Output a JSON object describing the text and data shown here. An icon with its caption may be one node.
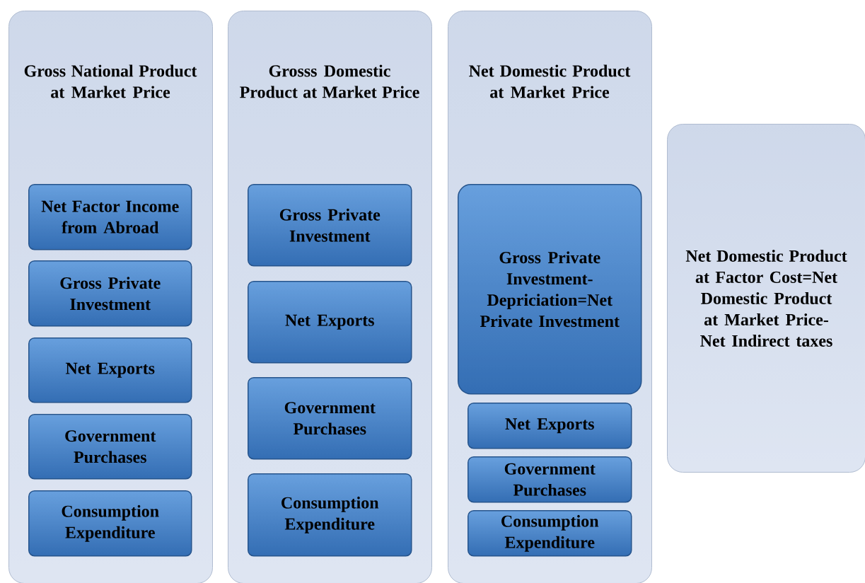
{
  "diagram": {
    "nodes": [
      {
        "text": [
          "Gross National Product at Market Price"
        ]
      },
      {
        "text": [
          "Net Factor Income from Abroad"
        ],
        "in": 0
      },
      {
        "text": [
          "Gross Private Investment"
        ],
        "in": 0
      },
      {
        "text": [
          "Net Exports"
        ],
        "in": 0
      },
      {
        "text": [
          "Government Purchases"
        ],
        "in": 0
      },
      {
        "text": [
          "Consumption Expenditure"
        ],
        "in": 0
      },
      {
        "text": [
          "Grosss Domestic Product at Market Price"
        ]
      },
      {
        "text": [
          "Gross Private Investment"
        ],
        "in": 6
      },
      {
        "text": [
          "Net Exports"
        ],
        "in": 6
      },
      {
        "text": [
          "Government Purchases"
        ],
        "in": 6
      },
      {
        "text": [
          "Consumption Expenditure"
        ],
        "in": 6
      },
      {
        "text": [
          "Net Domestic Product at Market Price"
        ]
      },
      {
        "text": [
          "Gross Private Investment-Depriciation=Net Private Investment"
        ],
        "in": 11
      },
      {
        "text": [
          "Net Exports"
        ],
        "in": 11
      },
      {
        "text": [
          "Government Purchases"
        ],
        "in": 11
      },
      {
        "text": [
          "Consumption Expenditure"
        ],
        "in": 11
      },
      {
        "text": [
          "Net Domestic Product at Factor Cost=Net Domestic Product at Market Price-Net Indirect taxes"
        ]
      }
    ]
  }
}
